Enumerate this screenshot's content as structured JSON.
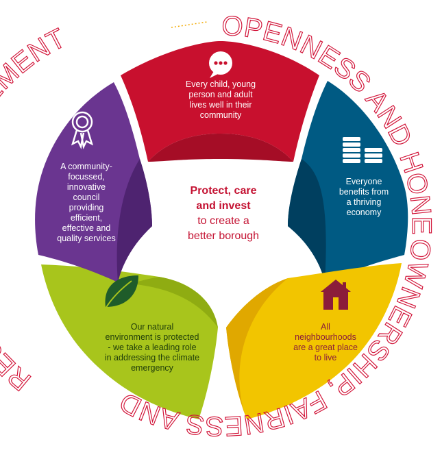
{
  "ring_text": {
    "top": "OPENNESS AND HONESTY,",
    "right_bottom": "OWNERSHIP, FAIRNESS AND",
    "left": "RESPECT AND INVOLVEMENT"
  },
  "center": {
    "line1": "Protect, care",
    "line2": "and invest",
    "line3": "to create a",
    "line4": "better borough"
  },
  "segments": {
    "top": {
      "icon": "speech-bubble-icon",
      "color": "#c8102e",
      "lines": [
        "Every child, young",
        "person and adult",
        "lives well in their",
        "community"
      ]
    },
    "right": {
      "icon": "coins-icon",
      "color": "#005a83",
      "lines": [
        "Everyone",
        "benefits from",
        "a thriving",
        "economy"
      ]
    },
    "bottom_right": {
      "icon": "house-icon",
      "color": "#f2c500",
      "lines": [
        "All",
        "neighbourhoods",
        "are a great place",
        "to live"
      ]
    },
    "bottom_left": {
      "icon": "leaf-icon",
      "color": "#a8c51c",
      "lines": [
        "Our natural",
        "environment is protected",
        "- we take a leading role",
        "in addressing the climate",
        "emergency"
      ]
    },
    "left": {
      "icon": "award-rosette-icon",
      "color": "#6a3590",
      "lines": [
        "A community-",
        "focussed,",
        "innovative",
        "council",
        "providing",
        "efficient,",
        "effective and",
        "quality services"
      ]
    }
  },
  "colors": {
    "ring_text": "#d2163a",
    "dotted_line": "#f2a900"
  }
}
